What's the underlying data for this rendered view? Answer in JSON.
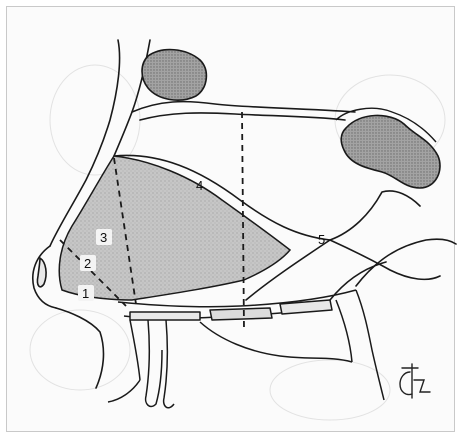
{
  "diagram": {
    "region_labels": [
      {
        "id": "region-1",
        "text": "1"
      },
      {
        "id": "region-2",
        "text": "2"
      },
      {
        "id": "region-3",
        "text": "3"
      },
      {
        "id": "region-4",
        "text": "4"
      },
      {
        "id": "region-5",
        "text": "5"
      }
    ],
    "colors": {
      "line": "#1a1a1a",
      "shaded_region": "#bdbdbd",
      "sinus_fill": "#8e8e8e",
      "background": "#fbfbfb"
    }
  }
}
